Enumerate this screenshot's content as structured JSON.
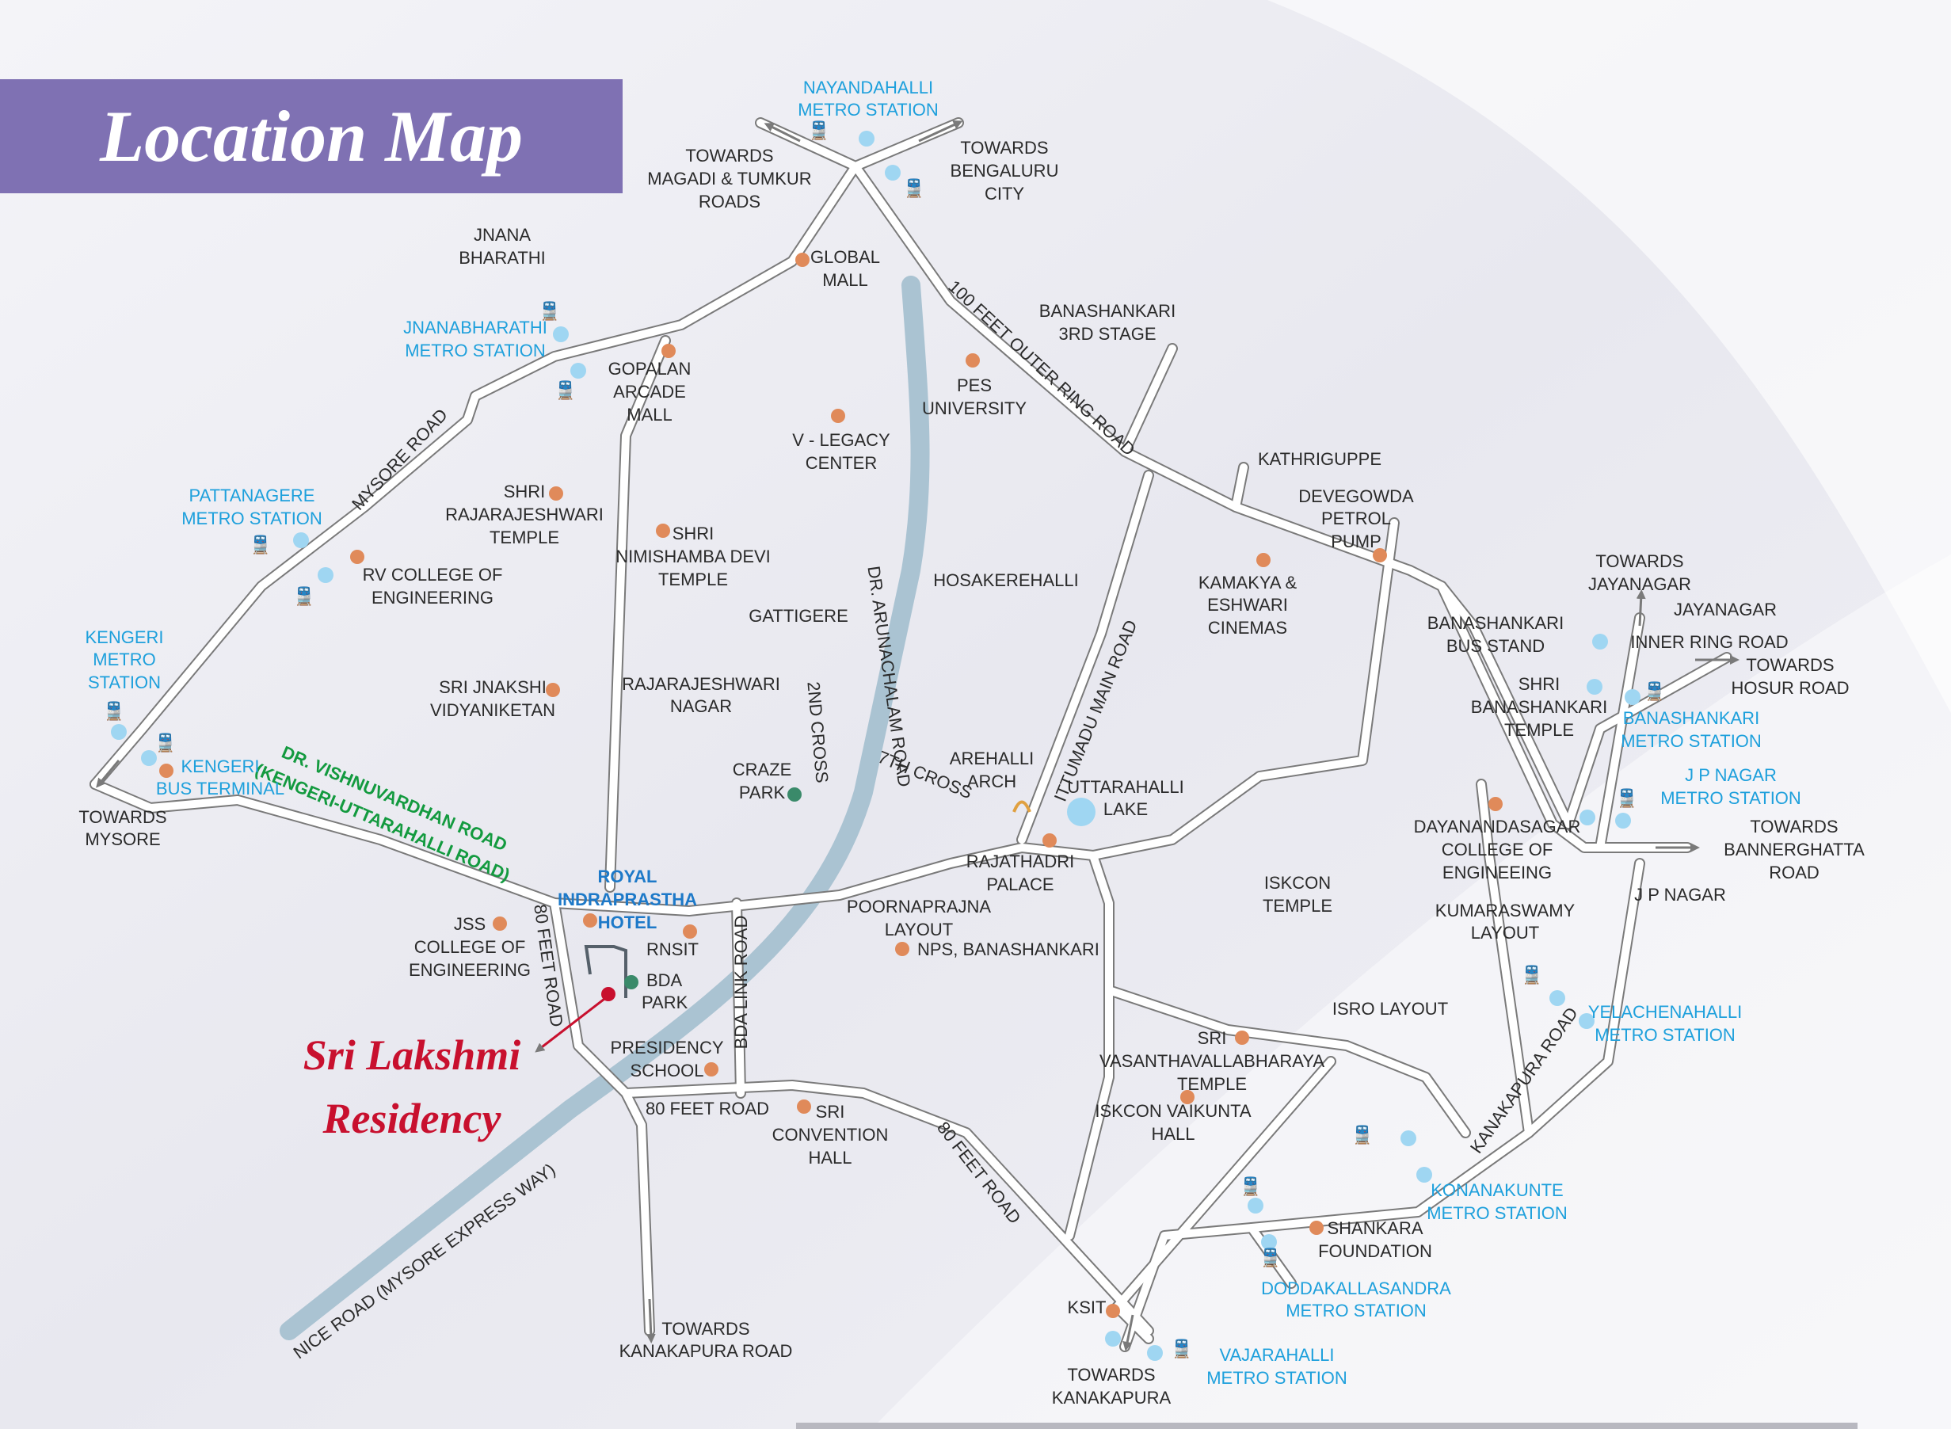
{
  "title": "Location Map",
  "project": {
    "line1": "Sri Lakshmi",
    "line2": "Residency"
  },
  "colors": {
    "title_band": "#7f71b3",
    "metro_text": "#1ea0dc",
    "metro_dot": "#9fd6f2",
    "landmark_dot": "#e08a5a",
    "park_dot": "#3a8a6a",
    "road_label_green": "#139a3f",
    "project_marker": "#c8102e",
    "nice_road": "#aac3d2"
  },
  "roads": {
    "mysore": "MYSORE ROAD",
    "outer_ring": "100 FEET OUTER RING ROAD",
    "arunachalam": "DR. ARUNACHALAM ROAD",
    "second_cross": "2ND CROSS",
    "seventh_cross": "7TH CROSS",
    "ittumadu": "ITTUMADU MAIN ROAD",
    "vishnuvardhan_1": "DR. VISHNUVARDHAN ROAD",
    "vishnuvardhan_2": "(KENGERI-UTTARAHALLI ROAD)",
    "eighty_feet_left": "80 FEET ROAD",
    "eighty_feet_mid": "80 FEET ROAD",
    "eighty_feet_diag": "80 FEET ROAD",
    "bda_link": "BDA LINK ROAD",
    "nice_road": "NICE ROAD (MYSORE EXPRESS WAY)",
    "kanakapura": "KANAKAPURA ROAD",
    "inner_ring": "INNER RING ROAD"
  },
  "metro": {
    "nayandahalli_1": "NAYANDAHALLI",
    "nayandahalli_2": "METRO STATION",
    "jnanabharathi_1": "JNANABHARATHI",
    "jnanabharathi_2": "METRO STATION",
    "pattanagere_1": "PATTANAGERE",
    "pattanagere_2": "METRO STATION",
    "kengeri_1": "KENGERI",
    "kengeri_2": "METRO",
    "kengeri_3": "STATION",
    "kengeri_bus_1": "KENGERI",
    "kengeri_bus_2": "BUS TERMINAL",
    "banashankari_1": "BANASHANKARI",
    "banashankari_2": "METRO STATION",
    "jpnagar_1": "J P NAGAR",
    "jpnagar_2": "METRO STATION",
    "yelachenahalli_1": "YELACHENAHALLI",
    "yelachenahalli_2": "METRO STATION",
    "konanakunte_1": "KONANAKUNTE",
    "konanakunte_2": "METRO STATION",
    "doddakallasandra_1": "DODDAKALLASANDRA",
    "doddakallasandra_2": "METRO STATION",
    "vajarahalli_1": "VAJARAHALLI",
    "vajarahalli_2": "METRO STATION"
  },
  "labels": {
    "towards_magadi_1": "TOWARDS",
    "towards_magadi_2": "MAGADI & TUMKUR",
    "towards_magadi_3": "ROADS",
    "towards_bengaluru_1": "TOWARDS",
    "towards_bengaluru_2": "BENGALURU",
    "towards_bengaluru_3": "CITY",
    "jnana_bharathi_1": "JNANA",
    "jnana_bharathi_2": "BHARATHI",
    "global_mall_1": "GLOBAL",
    "global_mall_2": "MALL",
    "banashankari_3rd_1": "BANASHANKARI",
    "banashankari_3rd_2": "3RD STAGE",
    "gopalan_1": "GOPALAN",
    "gopalan_2": "ARCADE",
    "gopalan_3": "MALL",
    "pes_1": "PES",
    "pes_2": "UNIVERSITY",
    "vlegacy_1": "V - LEGACY",
    "vlegacy_2": "CENTER",
    "kathriguppe": "KATHRIGUPPE",
    "devegowda_1": "DEVEGOWDA",
    "devegowda_2": "PETROL",
    "devegowda_3": "PUMP",
    "rajarajeshwari_temple_1": "SHRI",
    "rajarajeshwari_temple_2": "RAJARAJESHWARI",
    "rajarajeshwari_temple_3": "TEMPLE",
    "nimishamba_1": "SHRI",
    "nimishamba_2": "NIMISHAMBA DEVI",
    "nimishamba_3": "TEMPLE",
    "rvce_1": "RV COLLEGE OF",
    "rvce_2": "ENGINEERING",
    "hosakerehalli": "HOSAKEREHALLI",
    "gattigere": "GATTIGERE",
    "kamakya_1": "KAMAKYA &",
    "kamakya_2": "ESHWARI",
    "kamakya_3": "CINEMAS",
    "towards_jayanagar_1": "TOWARDS",
    "towards_jayanagar_2": "JAYANAGAR",
    "jayanagar": "JAYANAGAR",
    "bsk_bus_1": "BANASHANKARI",
    "bsk_bus_2": "BUS STAND",
    "towards_hosur_1": "TOWARDS",
    "towards_hosur_2": "HOSUR ROAD",
    "bsk_temple_1": "SHRI",
    "bsk_temple_2": "BANASHANKARI",
    "bsk_temple_3": "TEMPLE",
    "jnakshi_1": "SRI JNAKSHI",
    "jnakshi_2": "VIDYANIKETAN",
    "rr_nagar_1": "RAJARAJESHWARI",
    "rr_nagar_2": "NAGAR",
    "craze_1": "CRAZE",
    "craze_2": "PARK",
    "arehalli_1": "AREHALLI",
    "arehalli_2": "ARCH",
    "uttarahalli_1": "UTTARAHALLI",
    "uttarahalli_2": "LAKE",
    "towards_mysore_1": "TOWARDS",
    "towards_mysore_2": "MYSORE",
    "dsce_1": "DAYANANDASAGAR",
    "dsce_2": "COLLEGE OF",
    "dsce_3": "ENGINEEING",
    "towards_bannerghatta_1": "TOWARDS",
    "towards_bannerghatta_2": "BANNERGHATTA",
    "towards_bannerghatta_3": "ROAD",
    "jp_nagar": "J P NAGAR",
    "rajathadri_1": "RAJATHADRI",
    "rajathadri_2": "PALACE",
    "iskcon_1": "ISKCON",
    "iskcon_2": "TEMPLE",
    "kumaraswamy_1": "KUMARASWAMY",
    "kumaraswamy_2": "LAYOUT",
    "royal_1": "ROYAL",
    "royal_2": "INDRAPRASTHA",
    "royal_3": "HOTEL",
    "jss_1": "JSS",
    "jss_2": "COLLEGE OF",
    "jss_3": "ENGINEERING",
    "rnsit": "RNSIT",
    "poornaprajna_1": "POORNAPRAJNA",
    "poornaprajna_2": "LAYOUT",
    "nps": "NPS, BANASHANKARI",
    "bda_park_1": "BDA",
    "bda_park_2": "PARK",
    "isro": "ISRO LAYOUT",
    "vasantha_1": "SRI",
    "vasantha_2": "VASANTHAVALLABHARAYA",
    "vasantha_3": "TEMPLE",
    "presidency_1": "PRESIDENCY",
    "presidency_2": "SCHOOL",
    "convention_1": "SRI",
    "convention_2": "CONVENTION",
    "convention_3": "HALL",
    "iskcon_vaikunta_1": "ISKCON VAIKUNTA",
    "iskcon_vaikunta_2": "HALL",
    "shankara_1": "SHANKARA",
    "shankara_2": "FOUNDATION",
    "ksit": "KSIT",
    "towards_kanakapura_road_1": "TOWARDS",
    "towards_kanakapura_road_2": "KANAKAPURA ROAD",
    "towards_kanakapura_1": "TOWARDS",
    "towards_kanakapura_2": "KANAKAPURA"
  }
}
